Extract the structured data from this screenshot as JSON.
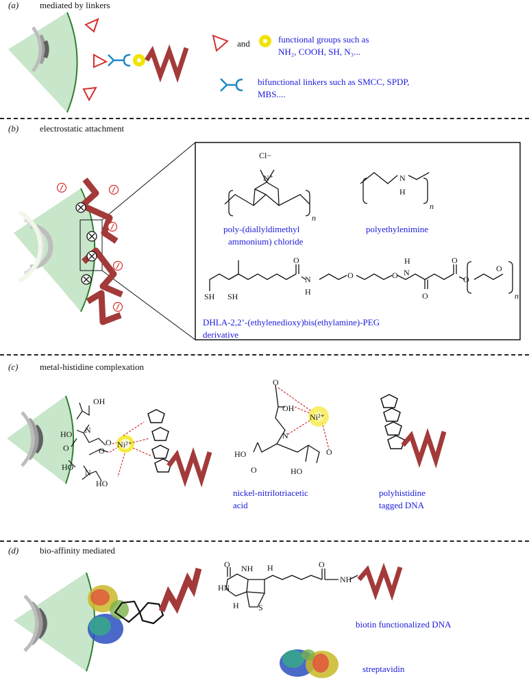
{
  "sections": {
    "a": {
      "letter": "(a)",
      "title": "mediated by linkers",
      "legend_and": "and",
      "legend_functional_1": "functional groups such as",
      "legend_functional_2": "NH₂, COOH, SH, N₃...",
      "legend_linker_1": "bifunctional linkers such as SMCC, SPDP,",
      "legend_linker_2": "MBS...."
    },
    "b": {
      "letter": "(b)",
      "title": "electrostatic attachment",
      "pdadmac_1": "poly-(diallyldimethyl",
      "pdadmac_2": "ammonium) chloride",
      "pei": "polyethylenimine",
      "dhla_1": "DHLA-2,2’-(ethylenedioxy)bis(ethylamine)-PEG",
      "dhla_2": "derivative",
      "cl_label": "Cl−",
      "n_plus": "N⁺",
      "sub_n": "n"
    },
    "c": {
      "letter": "(c)",
      "title": "metal-histidine complexation",
      "nta_1": "nickel-nitrilotriacetic",
      "nta_2": "acid",
      "his_1": "polyhistidine",
      "his_2": "tagged DNA",
      "ni_label": "Ni²⁺"
    },
    "d": {
      "letter": "(d)",
      "title": "bio-affinity mediated",
      "biotin": "biotin functionalized DNA",
      "streptavidin": "streptavidin"
    }
  },
  "colors": {
    "label_blue": "#1a1adb",
    "dna_red": "#a33a3a",
    "np_green": "#c8e6c9",
    "np_edge": "#2e7d32",
    "triangle_red": "#d32f2f",
    "linker_blue": "#1e88c8",
    "yellow": "#f2e300"
  }
}
